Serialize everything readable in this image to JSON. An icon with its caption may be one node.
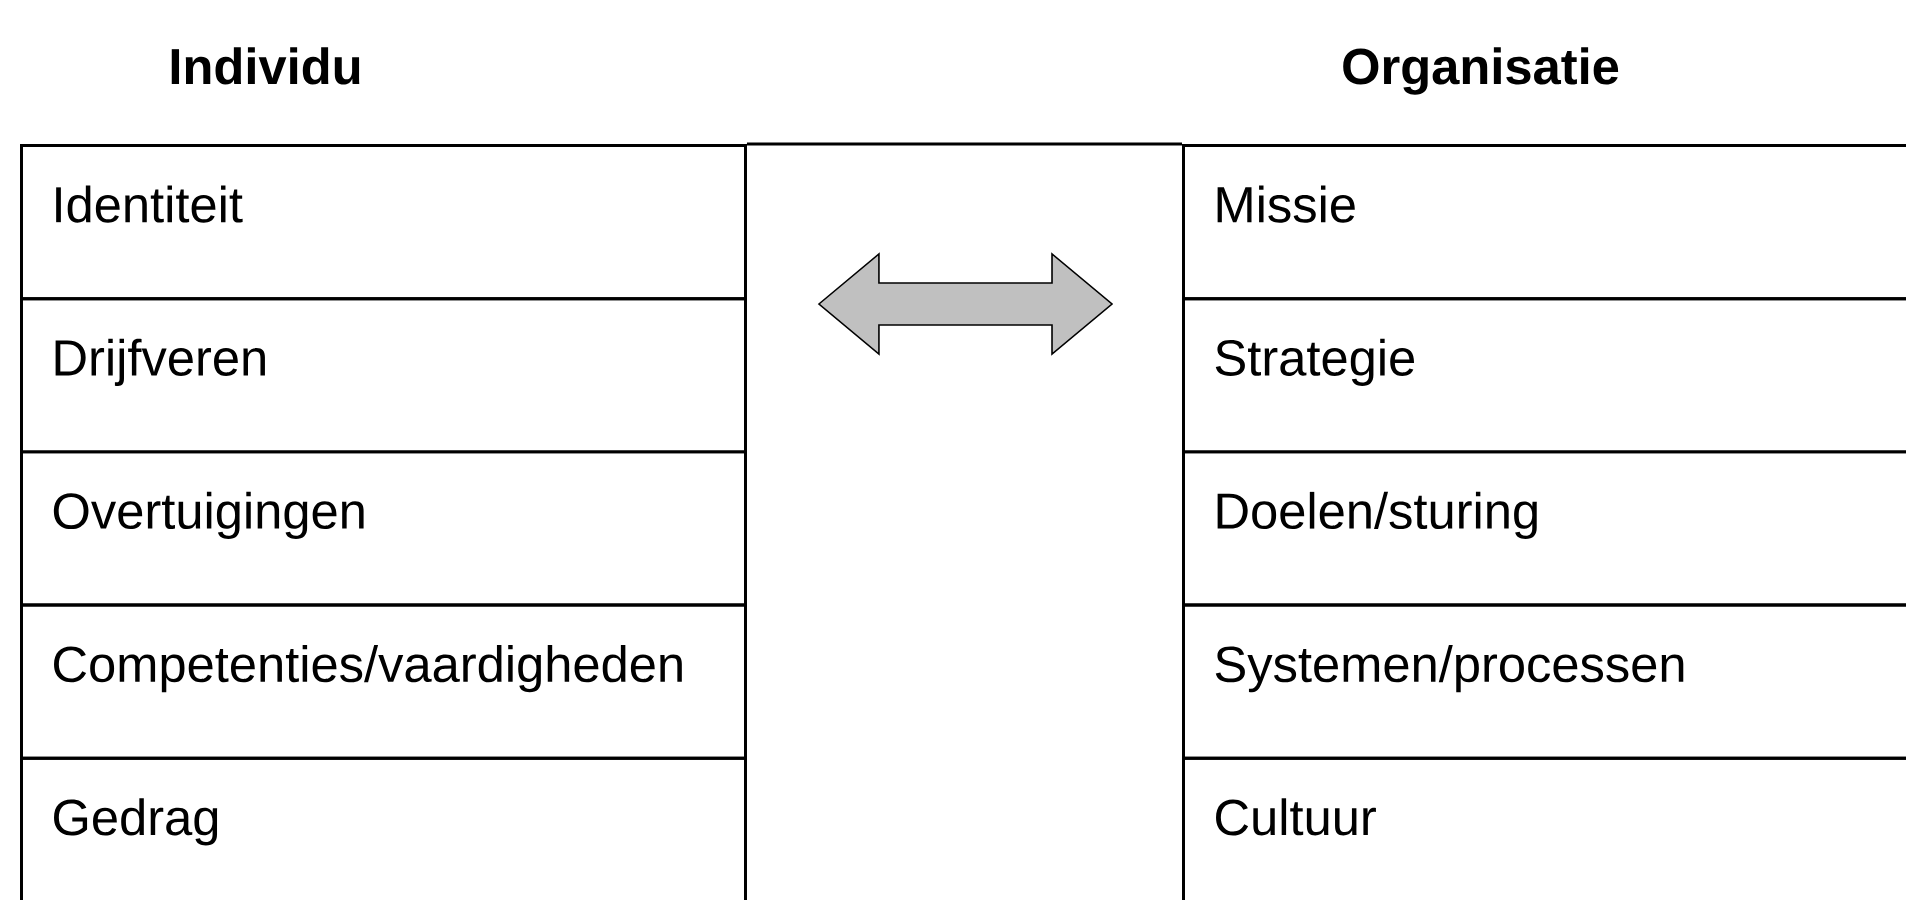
{
  "diagram": {
    "nodes": [
      {
        "text": [
          "Individu"
        ]
      },
      {
        "text": [
          "Identiteit"
        ],
        "in": 0
      },
      {
        "text": [
          "Drijfveren"
        ],
        "in": 0
      },
      {
        "text": [
          "Overtuigingen"
        ],
        "in": 0
      },
      {
        "text": [
          "Competenties/vaardigheden"
        ],
        "in": 0
      },
      {
        "text": [
          "Gedrag"
        ],
        "in": 0
      },
      {
        "text": [
          "Organisatie"
        ]
      },
      {
        "text": [
          "Missie"
        ],
        "in": 6
      },
      {
        "text": [
          "Strategie"
        ],
        "in": 6
      },
      {
        "text": [
          "Doelen/sturing"
        ],
        "in": 6
      },
      {
        "text": [
          "Systemen/processen"
        ],
        "in": 6
      },
      {
        "text": [
          "Cultuur"
        ],
        "in": 6
      }
    ],
    "edges": [
      {
        "from": 0,
        "to": 6,
        "arrow": "both"
      }
    ]
  }
}
